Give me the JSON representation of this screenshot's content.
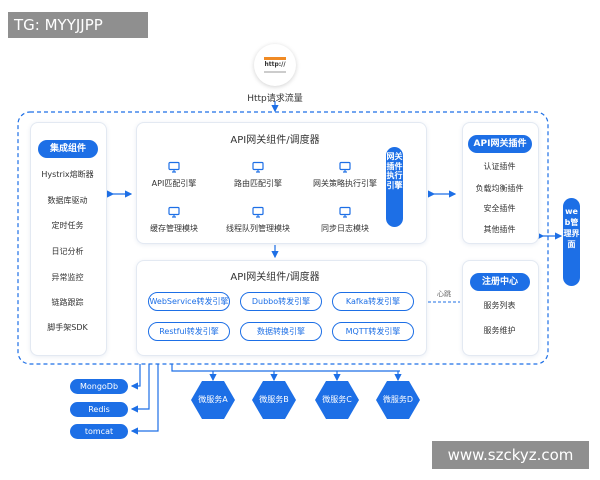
{
  "watermark_top": "TG: MYYJJPP",
  "watermark_bottom": "www.szckyz.com",
  "http": {
    "badge": "http://",
    "caption": "Http请求流量"
  },
  "integration": {
    "title": "集成组件",
    "items": [
      "Hystrix熔断器",
      "数据库驱动",
      "定时任务",
      "日记分析",
      "异常监控",
      "链路跟踪",
      "脚手架SDK"
    ]
  },
  "gateway_top": {
    "title": "API网关组件/调度器",
    "items": [
      "API匹配引擎",
      "路由匹配引擎",
      "网关策略执行引擎",
      "缓存管理模块",
      "线程队列管理模块",
      "同步日志模块"
    ],
    "side_label": "网关插件执行引擎"
  },
  "gateway_bottom": {
    "title": "API网关组件/调度器",
    "engines": [
      "WebService转发引擎",
      "Dubbo转发引擎",
      "Kafka转发引擎",
      "Restful转发引擎",
      "数据转换引擎",
      "MQTT转发引擎"
    ]
  },
  "plugins": {
    "title": "API网关插件",
    "items": [
      "认证插件",
      "负载均衡插件",
      "安全插件",
      "其他插件"
    ]
  },
  "registry": {
    "title": "注册中心",
    "items": [
      "服务列表",
      "服务维护"
    ],
    "heartbeat": "心跳"
  },
  "web_ui": "web管理界面",
  "datastores": [
    "MongoDb",
    "Redis",
    "tomcat"
  ],
  "microservices": [
    "微服务A",
    "微服务B",
    "微服务C",
    "微服务D"
  ],
  "colors": {
    "accent": "#1d6fe6",
    "border": "#e3e9f2"
  }
}
